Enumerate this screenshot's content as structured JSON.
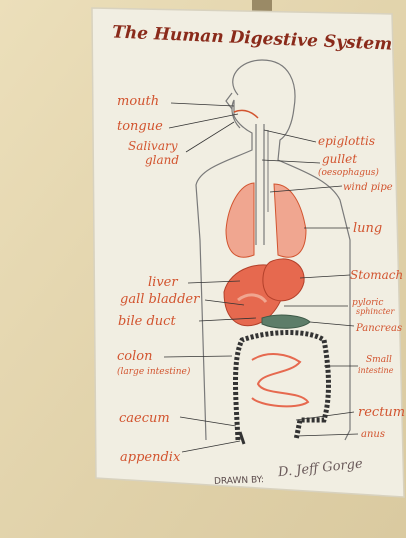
{
  "title": "The Human Digestive System",
  "labels_left": [
    {
      "id": "mouth",
      "text": "mouth"
    },
    {
      "id": "tongue",
      "text": "tongue"
    },
    {
      "id": "salivary1",
      "text": "Salivary"
    },
    {
      "id": "salivary2",
      "text": "gland"
    },
    {
      "id": "liver",
      "text": "liver"
    },
    {
      "id": "gall",
      "text": "gall bladder"
    },
    {
      "id": "bile",
      "text": "bile duct"
    },
    {
      "id": "colon",
      "text": "colon"
    },
    {
      "id": "colon_sub",
      "text": "(large intestine)"
    },
    {
      "id": "caecum",
      "text": "caecum"
    },
    {
      "id": "appendix",
      "text": "appendix"
    }
  ],
  "labels_right": [
    {
      "id": "epiglottis",
      "text": "epiglottis"
    },
    {
      "id": "gullet",
      "text": "gullet"
    },
    {
      "id": "gullet_sub",
      "text": "(oesophagus)"
    },
    {
      "id": "windpipe",
      "text": "wind pipe"
    },
    {
      "id": "lung",
      "text": "lung"
    },
    {
      "id": "stomach",
      "text": "Stomach"
    },
    {
      "id": "pyloric1",
      "text": "pyloric"
    },
    {
      "id": "pyloric2",
      "text": "sphincter"
    },
    {
      "id": "pancreas",
      "text": "Pancreas"
    },
    {
      "id": "small1",
      "text": "Small"
    },
    {
      "id": "small2",
      "text": "intestine"
    },
    {
      "id": "rectum",
      "text": "rectum"
    },
    {
      "id": "anus",
      "text": "anus"
    }
  ],
  "signature": {
    "prefix": "DRAWN BY:",
    "name": "D. Jeff Gorge"
  },
  "colors": {
    "wall": "#e9dcb5",
    "paper": "#f1eee2",
    "red": "#d2542f",
    "lung": "#f0a690",
    "liver": "#e6694f",
    "intestine": "#333333",
    "pancreas": "#5d7d69",
    "outline": "#777777"
  }
}
